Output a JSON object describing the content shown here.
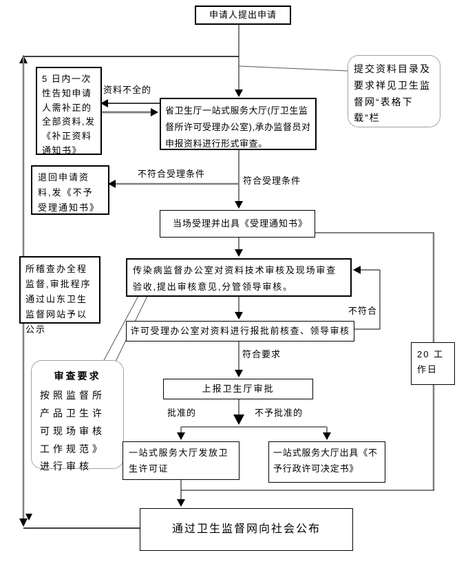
{
  "diagram": {
    "nodes": {
      "start": "申请人提出申请",
      "supplement_notice": "5 日内一次性告知申请人需补正的全部资料,发《补正资料通知书》",
      "formal_review": "省卫生厅一站式服务大厅(厅卫生监督所许可受理办公室),承办监督员对申报资料进行形式审查。",
      "return_application": "退回申请资料,发《不予受理通知书》",
      "accept_on_spot": "当场受理并出具《受理通知书》",
      "technical_review": "传染病监督办公室对资料技术审核及现场审查验收,提出审核意见,分管领导审核。",
      "pre_approval_check": "许可受理办公室对资料进行报批前核查、领导审核",
      "submit_for_approval": "上报卫生厅审批",
      "issue_license": "一站式服务大厅发放卫生许可证",
      "deny_decision": "一站式服务大厅出具《不予行政许可决定书》",
      "publish": "通过卫生监督网向社会公布",
      "supervision_note": "所稽查办全程监督,审批程序通过山东卫生监督网站予以公示",
      "working_days": "20 工作日"
    },
    "callouts": {
      "submit_materials": "提交资料目录及要求祥见卫生监督网“表格下载”栏",
      "review_requirement_title": "审查要求",
      "review_requirement_body": "按照监督所产品卫生许可现场审核工作规范》进行审核"
    },
    "edge_labels": {
      "incomplete": "资料不全的",
      "not_meet_acceptance": "不符合受理条件",
      "meet_acceptance": "符合受理条件",
      "not_conform": "不符合",
      "meet_requirement": "符合要求",
      "approved": "批准的",
      "not_approved": "不予批准的"
    },
    "colors": {
      "line_gray": "#7f7f7f",
      "line_black": "#000000",
      "background": "#ffffff"
    }
  }
}
